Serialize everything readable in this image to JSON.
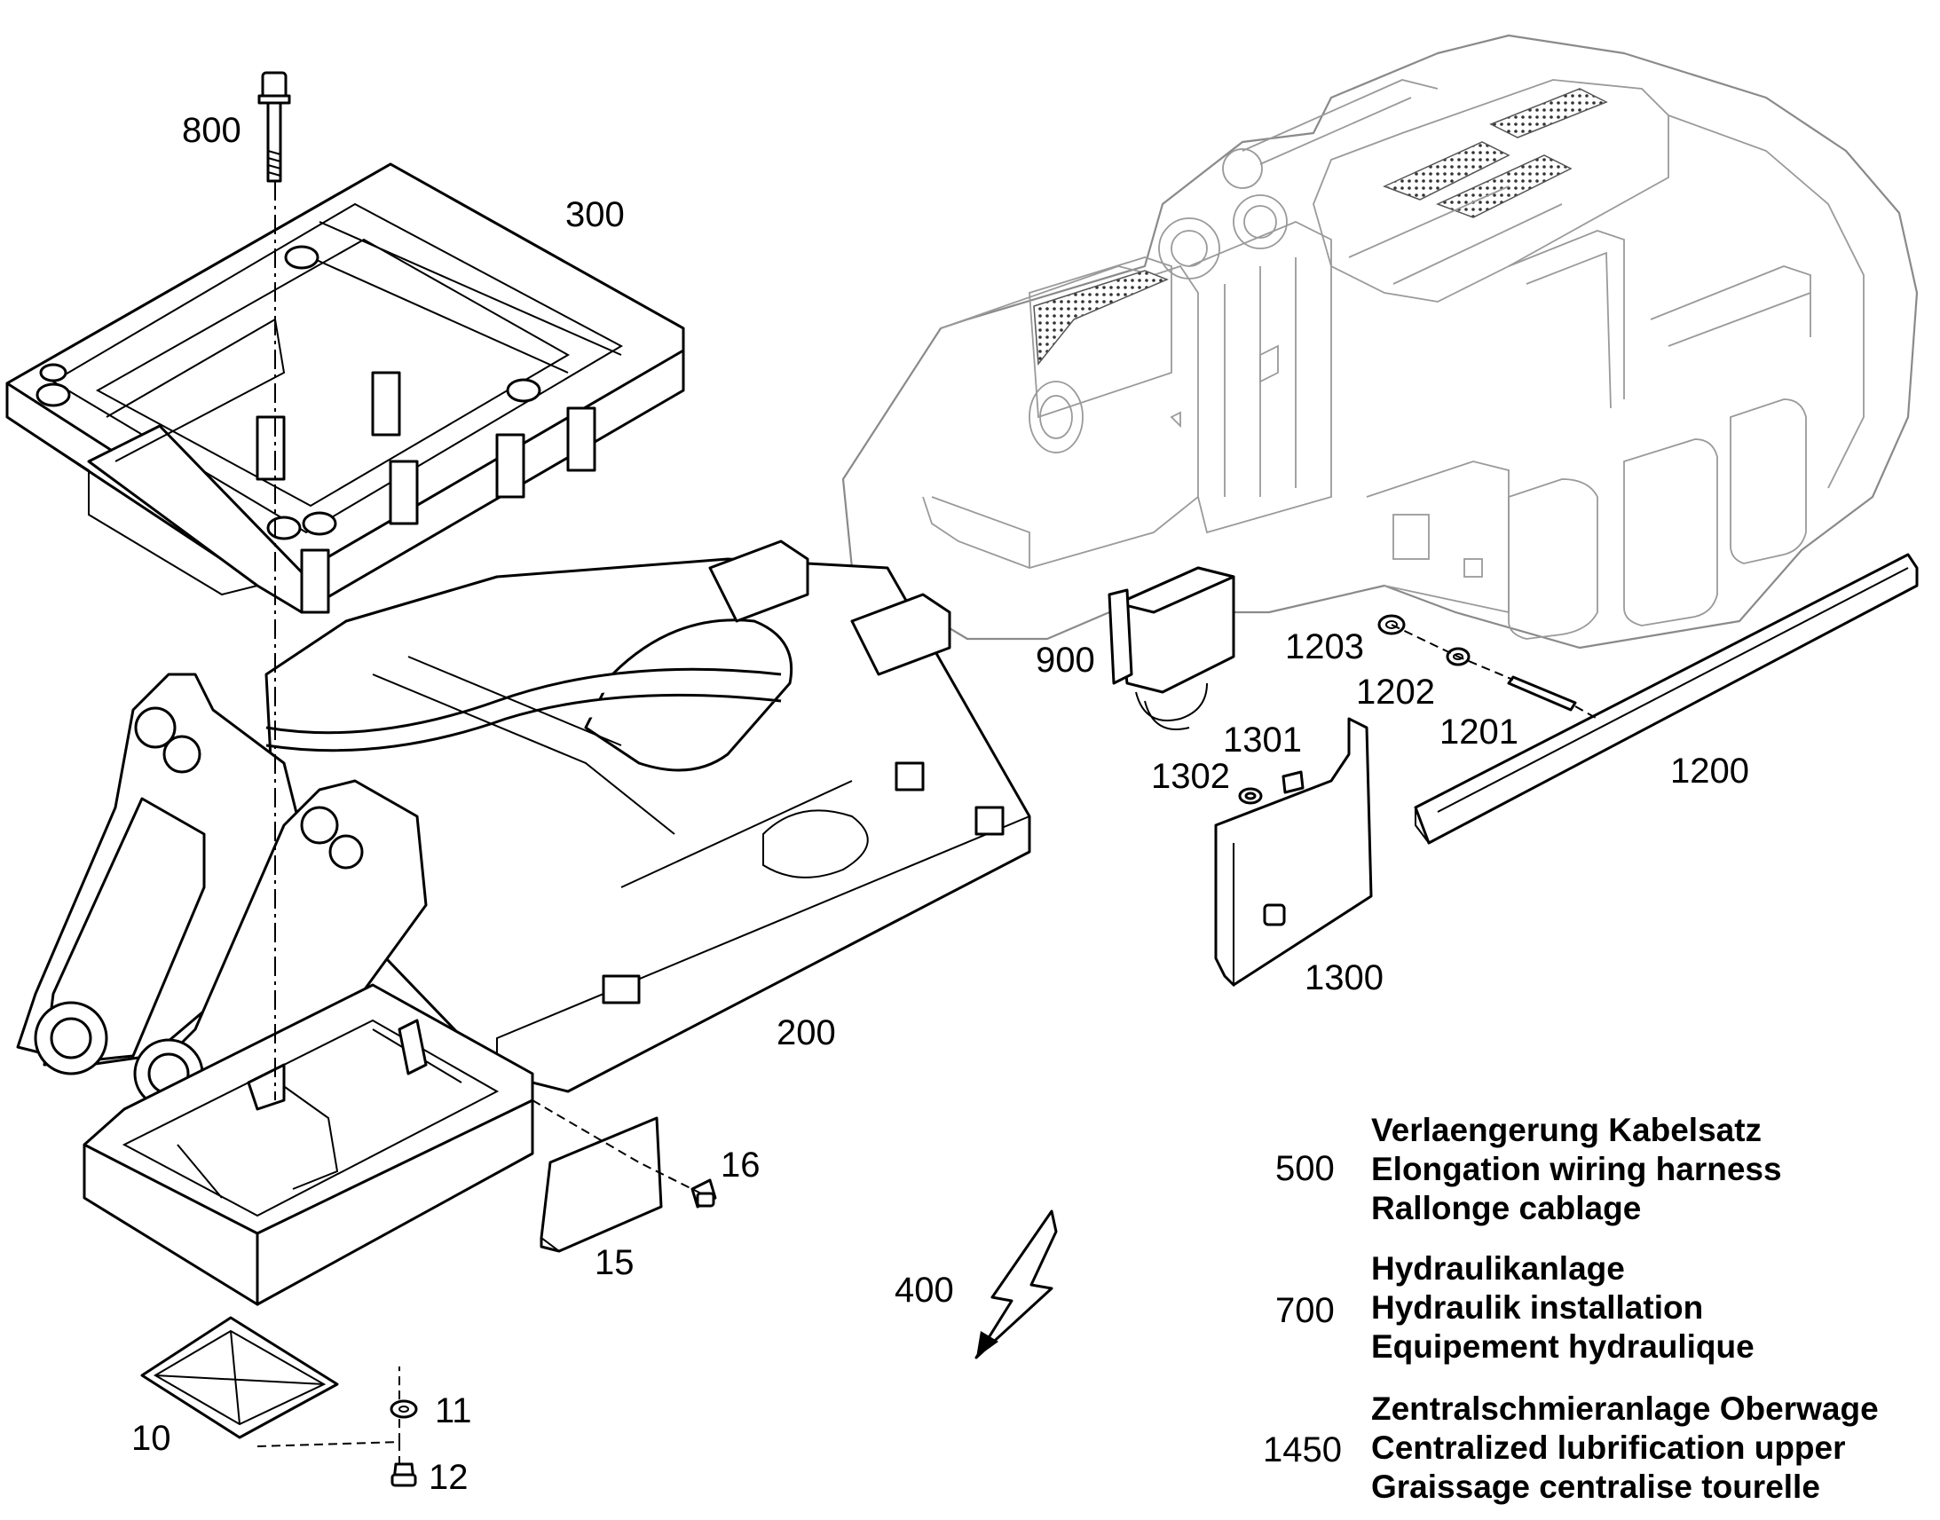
{
  "callouts": {
    "c800": "800",
    "c300": "300",
    "c900": "900",
    "c1203": "1203",
    "c1202": "1202",
    "c1201": "1201",
    "c1301": "1301",
    "c1302": "1302",
    "c1200": "1200",
    "c1300": "1300",
    "c200": "200",
    "c16": "16",
    "c15": "15",
    "c400": "400",
    "c10": "10",
    "c11": "11",
    "c12": "12"
  },
  "legend": [
    {
      "number": "500",
      "lines": [
        "Verlaengerung Kabelsatz",
        "Elongation wiring harness",
        "Rallonge cablage"
      ]
    },
    {
      "number": "700",
      "lines": [
        "Hydraulikanlage",
        "Hydraulik installation",
        "Equipement hydraulique"
      ]
    },
    {
      "number": "1450",
      "lines": [
        "Zentralschmieranlage Oberwage",
        "Centralized lubrification upper",
        "Graissage centralise tourelle"
      ]
    }
  ],
  "colors": {
    "ink": "#000000",
    "ghost": "#8a8a8a",
    "paper": "#ffffff"
  }
}
